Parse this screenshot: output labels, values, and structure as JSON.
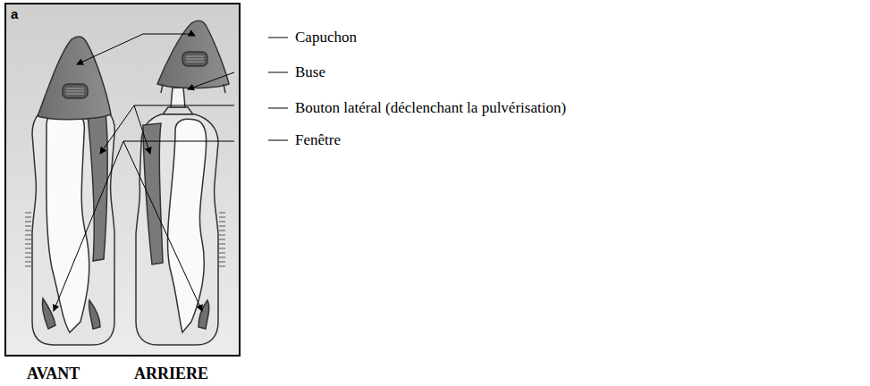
{
  "diagram": {
    "labels": [
      "a",
      "Capuchon",
      "Buse",
      "Bouton latéral (déclenchant la pulvérisation)",
      "Fenêtre",
      "AVANT",
      "ARRIERE"
    ]
  }
}
